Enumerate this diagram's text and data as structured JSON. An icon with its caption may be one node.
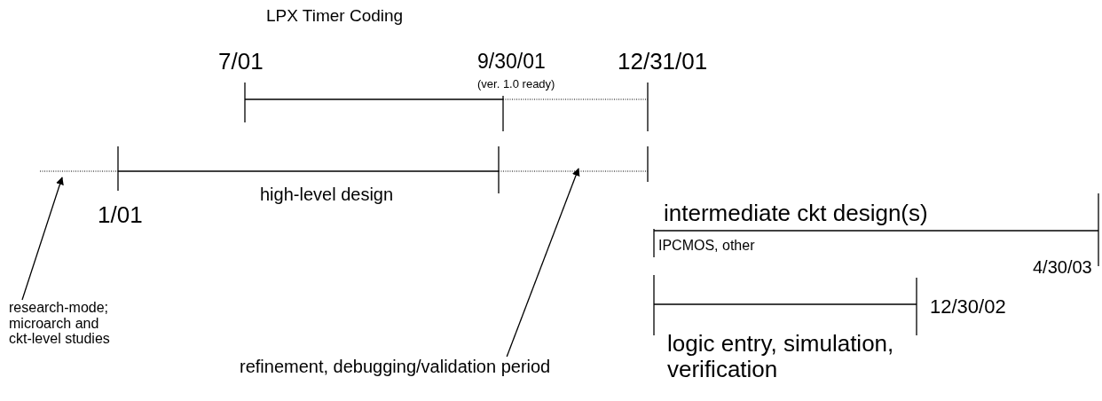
{
  "diagram": {
    "nodes": [
      {
        "text": [
          "research-mode; microarch and ckt-level studies"
        ]
      },
      {
        "text": [
          "refinement, debugging/validation period"
        ]
      }
    ],
    "edges": [
      {
        "from": 0,
        "to": null,
        "arrow": "to"
      },
      {
        "from": 1,
        "to": null,
        "arrow": "to"
      }
    ],
    "labels": [
      "LPX Timer Coding",
      "7/01",
      "9/30/01",
      "(ver. 1.0 ready)",
      "12/31/01",
      "1/01",
      "high-level design",
      "intermediate ckt design(s)",
      "IPCMOS, other",
      "4/30/03",
      "12/30/02",
      "logic entry, simulation, verification"
    ]
  }
}
